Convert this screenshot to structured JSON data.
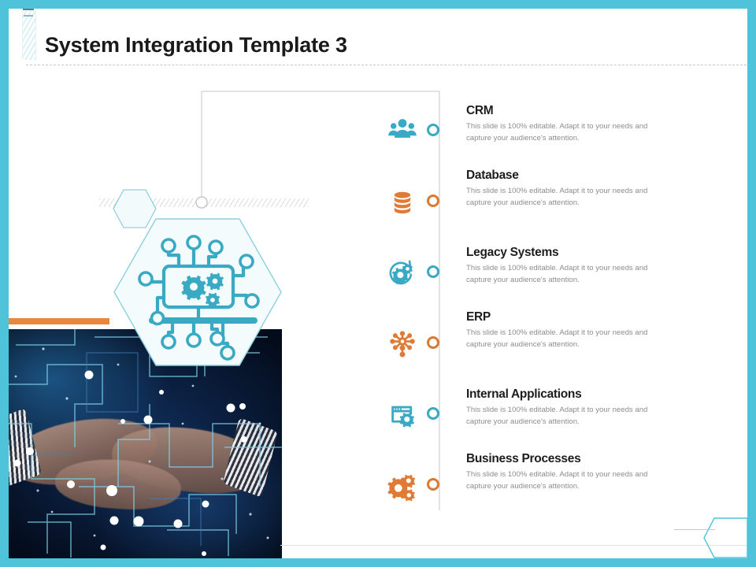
{
  "slide": {
    "title": "System Integration Template 3",
    "colors": {
      "frame_teal": "#4ec3d9",
      "accent_orange": "#e8873e",
      "icon_teal": "#3aa9c4",
      "icon_orange": "#e07b36",
      "body_text": "#8d8d8d",
      "title_text": "#1a1a1a"
    }
  },
  "center": {
    "hex_icon_name": "cpu-circuit-gears-icon",
    "photo_name": "handshake-network-photo"
  },
  "items": [
    {
      "label": "CRM",
      "body": "This slide is 100% editable. Adapt it to your needs and capture your audience's attention.",
      "icon": "people-group-icon",
      "color": "teal"
    },
    {
      "label": "Database",
      "body": "This slide is 100% editable. Adapt it to your needs and capture your audience's attention.",
      "icon": "database-stack-icon",
      "color": "orange"
    },
    {
      "label": "Legacy Systems",
      "body": "This slide is 100% editable. Adapt it to your needs and capture your audience's attention.",
      "icon": "gear-refresh-icon",
      "color": "teal"
    },
    {
      "label": "ERP",
      "body": "This slide is 100% editable. Adapt it to your needs and capture your audience's attention.",
      "icon": "network-hub-icon",
      "color": "orange"
    },
    {
      "label": "Internal Applications",
      "body": "This slide is 100% editable. Adapt it to your needs and capture your audience's attention.",
      "icon": "browser-gear-icon",
      "color": "teal"
    },
    {
      "label": "Business Processes",
      "body": "This slide is 100% editable. Adapt it to your needs and capture your audience's attention.",
      "icon": "gears-pair-icon",
      "color": "orange"
    }
  ]
}
